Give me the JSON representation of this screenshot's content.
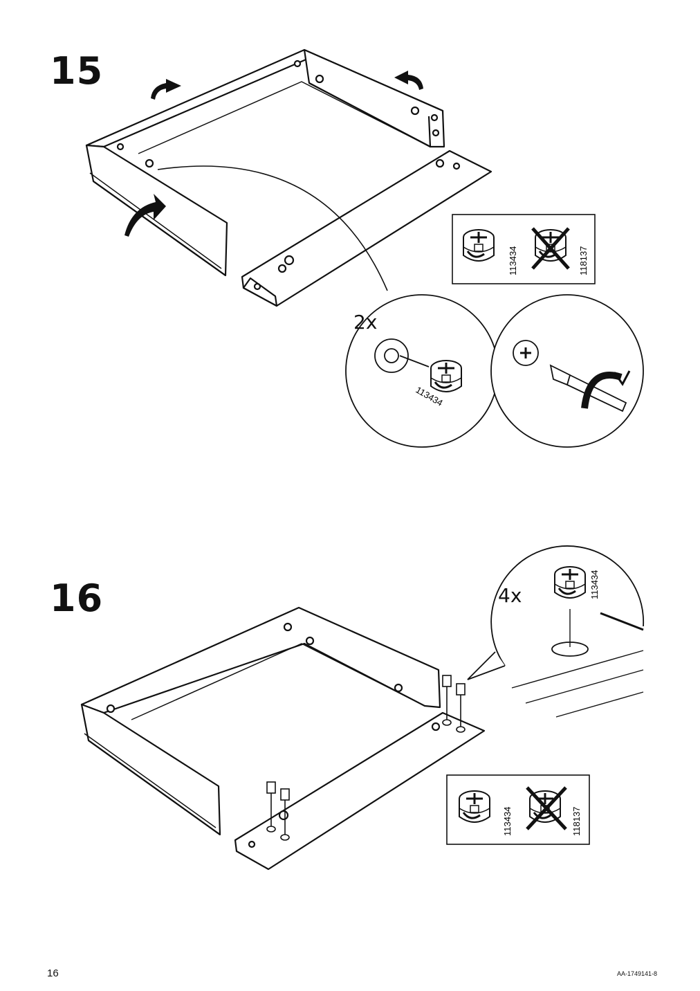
{
  "page": {
    "number": "16",
    "doc_code": "AA-1749141-8"
  },
  "steps": [
    {
      "number": "15",
      "quantity": "2x",
      "part_ok": "113434",
      "part_wrong": "118137",
      "detail_part": "113434"
    },
    {
      "number": "16",
      "quantity": "4x",
      "part_ok": "113434",
      "part_wrong": "118137",
      "detail_part": "113434"
    }
  ]
}
